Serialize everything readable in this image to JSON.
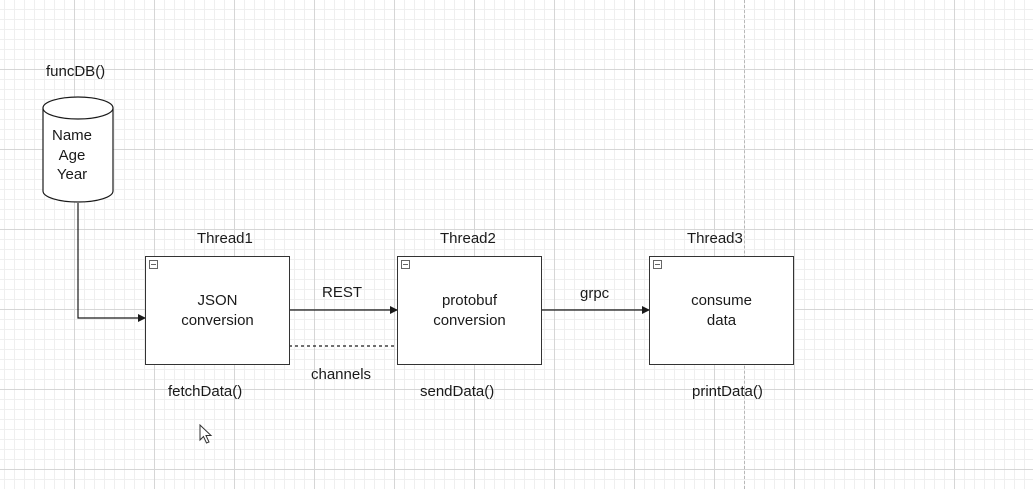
{
  "database": {
    "function_label": "funcDB()",
    "fields": [
      "Name",
      "Age",
      "Year"
    ]
  },
  "threads": [
    {
      "title": "Thread1",
      "body": [
        "JSON",
        "conversion"
      ],
      "function": "fetchData()"
    },
    {
      "title": "Thread2",
      "body": [
        "protobuf",
        "conversion"
      ],
      "function": "sendData()"
    },
    {
      "title": "Thread3",
      "body": [
        "consume",
        "data"
      ],
      "function": "printData()"
    }
  ],
  "edges": {
    "rest_label": "REST",
    "channels_label": "channels",
    "grpc_label": "grpc"
  },
  "colors": {
    "stroke": "#1a1a1a",
    "grid_major": "#d6d6d6",
    "grid_minor": "#efefef"
  }
}
